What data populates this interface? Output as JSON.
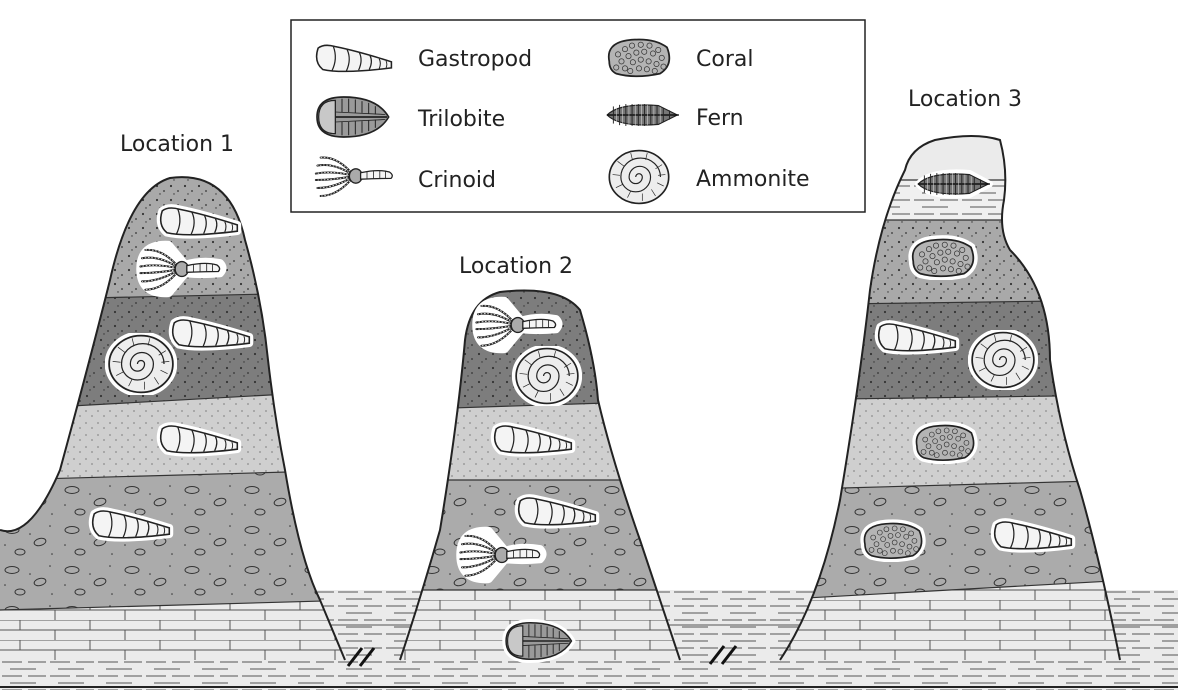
{
  "legend": {
    "items": [
      {
        "label": "Gastropod",
        "icon": "gastropod-icon"
      },
      {
        "label": "Coral",
        "icon": "coral-icon"
      },
      {
        "label": "Trilobite",
        "icon": "trilobite-icon"
      },
      {
        "label": "Fern",
        "icon": "fern-icon"
      },
      {
        "label": "Crinoid",
        "icon": "crinoid-icon"
      },
      {
        "label": "Ammonite",
        "icon": "ammonite-icon"
      }
    ]
  },
  "locations": [
    {
      "label": "Location 1"
    },
    {
      "label": "Location 2"
    },
    {
      "label": "Location 3"
    }
  ],
  "colors": {
    "outline": "#222222",
    "rock_light": "#d2d2d2",
    "rock_medium": "#b0b0b0",
    "rock_dark": "#808080",
    "shale": "#ebebeb",
    "fossil_fill": "#f4f4f4"
  }
}
